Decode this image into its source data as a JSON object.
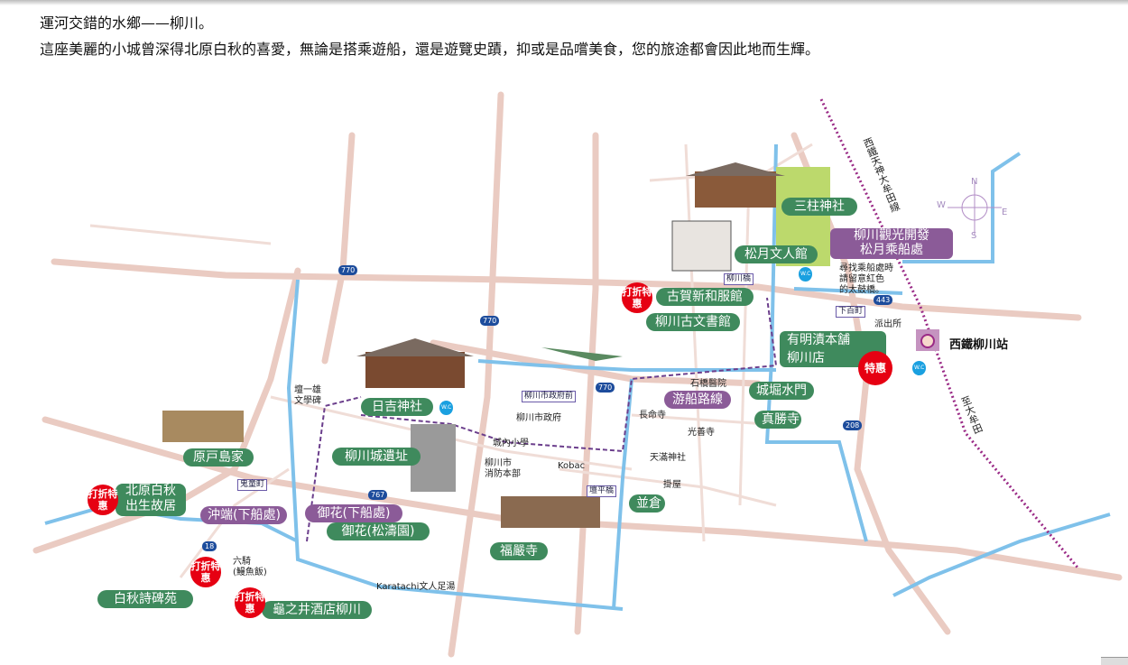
{
  "intro": {
    "title": "運河交錯的水鄉——柳川。",
    "body": "這座美麗的小城曾深得北原白秋的喜愛，無論是搭乘遊船，還是遊覽史蹟，抑或是品嚐美食，您的旅途都會因此地而生輝。"
  },
  "colors": {
    "road": "#eacbc2",
    "canal": "#7fc1ea",
    "green_label": "#3f8a5d",
    "purple_label": "#8b5b98",
    "badge": "#e60012",
    "rail": "#9a2a86",
    "route_shield": "#1d4c9c"
  },
  "green_labels": [
    "三柱神社",
    "松月文人館",
    "古賀新和服館",
    "柳川古文書館",
    "有明漬本舗",
    "柳川店",
    "城堀水門",
    "真勝寺",
    "日吉神社",
    "柳川城遺址",
    "原戸島家",
    "北原白秋",
    "出生故居",
    "並倉",
    "御花(松濤園)",
    "福嚴寺",
    "白秋詩碑苑",
    "龜之井酒店柳川"
  ],
  "purple_labels": [
    "柳川觀光開發",
    "松月乘船處",
    "游船路線",
    "沖端(下船處)",
    "御花(下船處)"
  ],
  "badges": {
    "discount": "打折特惠",
    "special": "特惠"
  },
  "small_labels": [
    "尋找乘船處時",
    "請留意紅色",
    "的太鼓橋。",
    "派出所",
    "石橋醫院",
    "長命寺",
    "光善寺",
    "天滿神社",
    "掛屋",
    "Kobac",
    "柳川市",
    "消防本部",
    "城內小學",
    "柳川市政府",
    "壇一雄",
    "文學碑",
    "六騎",
    "(鰻魚飯)",
    "Karatachi文人足湯"
  ],
  "bus_stops": [
    "柳川橋",
    "下百町",
    "柳川市政府前",
    "壇平橋",
    "鬼童町"
  ],
  "route_numbers": [
    "770",
    "770",
    "770",
    "767",
    "18",
    "443",
    "208"
  ],
  "station": "西鐵柳川站",
  "railway": {
    "line": "西鐵天神大牟田線",
    "direction": "至大牟田"
  },
  "compass": {
    "n": "N",
    "s": "S",
    "e": "E",
    "w": "W"
  },
  "wc": "W.C"
}
